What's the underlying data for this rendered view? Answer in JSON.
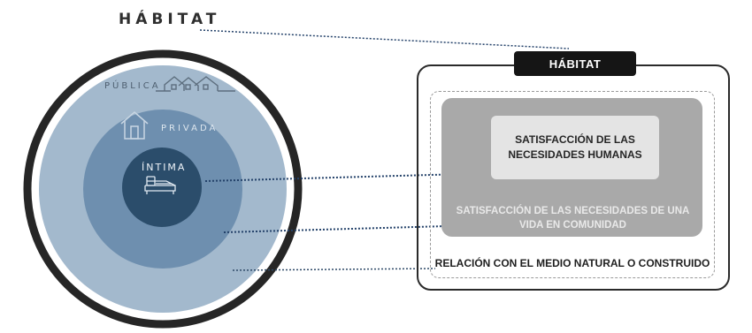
{
  "left": {
    "title": "HÁBITAT",
    "rings": {
      "publica": "PÚBLICA",
      "privada": "PRIVADA",
      "intima": "ÍNTIMA"
    }
  },
  "right": {
    "header": "HÁBITAT",
    "inner_label": "SATISFACCIÓN DE LAS NECESIDADES HUMANAS",
    "middle_label": "SATISFACCIÓN DE LAS NECESIDADES DE UNA VIDA EN COMUNIDAD",
    "outer_label": "RELACIÓN CON EL MEDIO NATURAL O CONSTRUIDO"
  },
  "colors": {
    "outer_ring": "#262626",
    "publica": "#a3b9cd",
    "privada": "#6e8faf",
    "intima": "#2b4d6b",
    "connector": "#24426a"
  },
  "icons": {
    "publica": "houses-icon",
    "privada": "house-icon",
    "intima": "bed-icon"
  }
}
